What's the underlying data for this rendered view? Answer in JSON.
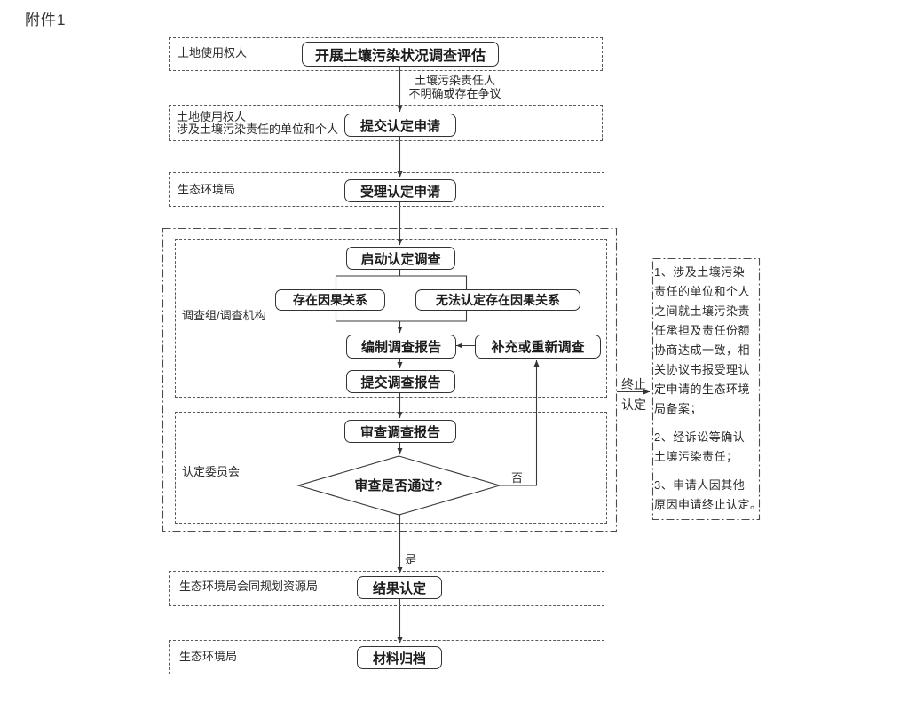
{
  "page": {
    "attachment_label": "附件1"
  },
  "lanes": {
    "s1": {
      "actor": "土地使用权人",
      "step": "开展土壤污染状况调查评估"
    },
    "s2": {
      "actor_line1": "土地使用权人",
      "actor_line2": "涉及土壤污染责任的单位和个人",
      "step": "提交认定申请"
    },
    "s3": {
      "actor": "生态环境局",
      "step": "受理认定申请"
    },
    "s4": {
      "actor": "生态环境局会同规划资源局",
      "step": "结果认定"
    },
    "s5": {
      "actor": "生态环境局",
      "step": "材料归档"
    }
  },
  "investigation": {
    "actor": "调查组/调查机构",
    "start_step": "启动认定调查",
    "branch_left": "存在因果关系",
    "branch_right": "无法认定存在因果关系",
    "compile_step": "编制调查报告",
    "supplement_step": "补充或重新调查",
    "submit_step": "提交调查报告"
  },
  "committee": {
    "actor": "认定委员会",
    "review_step": "审查调查报告",
    "decision": "审查是否通过?"
  },
  "edge_labels": {
    "trigger_line1": "土壤污染责任人",
    "trigger_line2": "不明确或存在争议",
    "no": "否",
    "yes": "是",
    "terminate_line1": "终止",
    "terminate_line2": "认定"
  },
  "terminate_note": {
    "item1_lines": [
      "1、涉及土壤污染",
      "责任的单位和个人",
      "之间就土壤污染责",
      "任承担及责任份额",
      "协商达成一致，相",
      "关协议书报受理认",
      "定申请的生态环境",
      "局备案；"
    ],
    "item2_lines": [
      "2、经诉讼等确认",
      "土壤污染责任；"
    ],
    "item3_lines": [
      "3、申请人因其他",
      "原因申请终止认定。"
    ]
  },
  "colors": {
    "line": "#3a3a3a",
    "border": "#595959",
    "text": "#222222"
  }
}
